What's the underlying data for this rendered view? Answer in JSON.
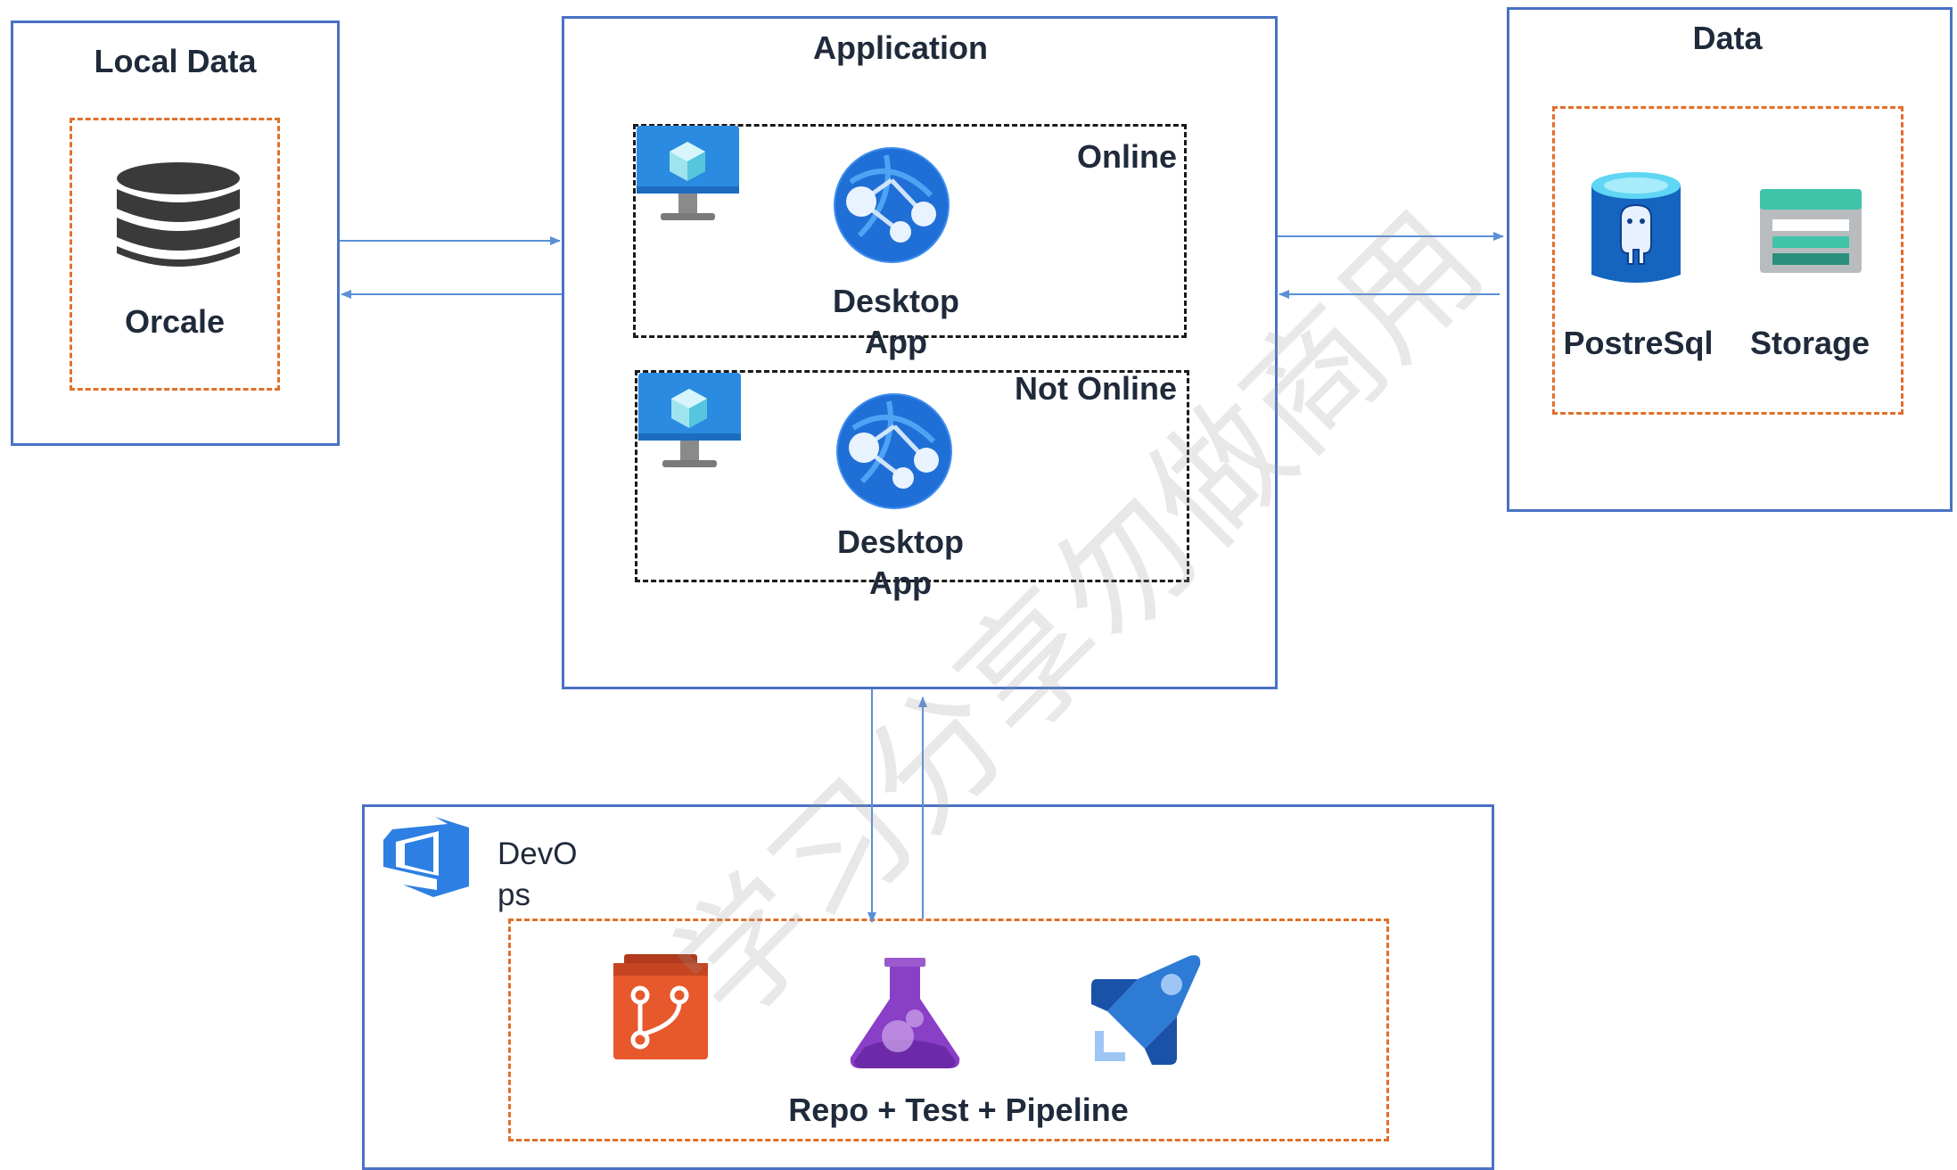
{
  "local_data": {
    "title": "Local Data",
    "db_label": "Orcale"
  },
  "application": {
    "title": "Application",
    "online": {
      "status": "Online",
      "app_label": "Desktop App"
    },
    "offline": {
      "status": "Not Online",
      "app_label": "Desktop App"
    }
  },
  "data": {
    "title": "Data",
    "items": [
      "PostreSql",
      "Storage"
    ]
  },
  "devops": {
    "title": "DevOps",
    "tools_label": "Repo + Test + Pipeline"
  },
  "watermark": "学习分享勿做商用",
  "colors": {
    "border": "#4a72c4",
    "dashed_orange": "#e0702a",
    "arrow": "#5b8fd6"
  }
}
